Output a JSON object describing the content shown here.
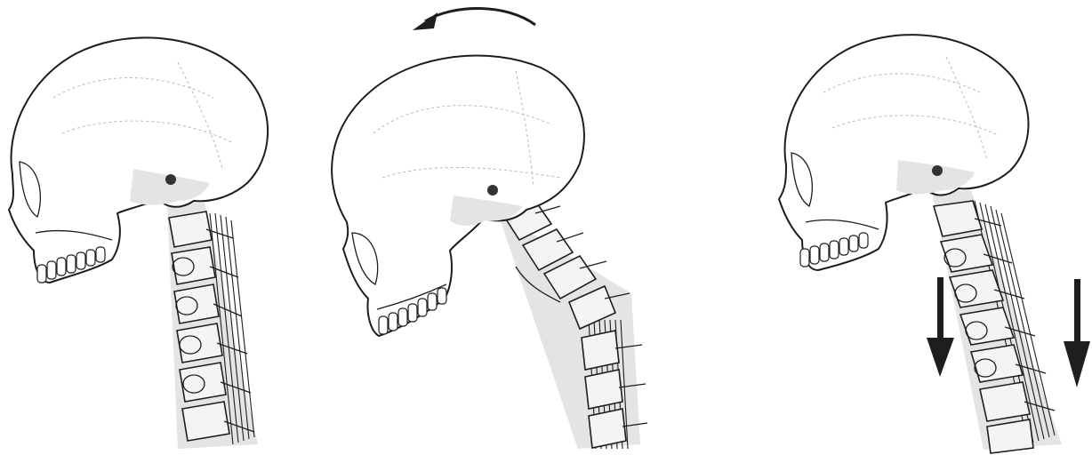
{
  "figure": {
    "panels": [
      {
        "id": "neutral",
        "head_pose": "neutral",
        "arrows": []
      },
      {
        "id": "extension",
        "head_pose": "rotated-backward",
        "arrows": [
          "rotation-arrow-counterclockwise"
        ]
      },
      {
        "id": "compression",
        "head_pose": "neutral",
        "arrows": [
          "down-arrow",
          "down-arrow"
        ]
      }
    ],
    "colors": {
      "line": "#1d1d1d",
      "shading": "#e4e4e4",
      "arrow": "#1e1e1e"
    }
  }
}
